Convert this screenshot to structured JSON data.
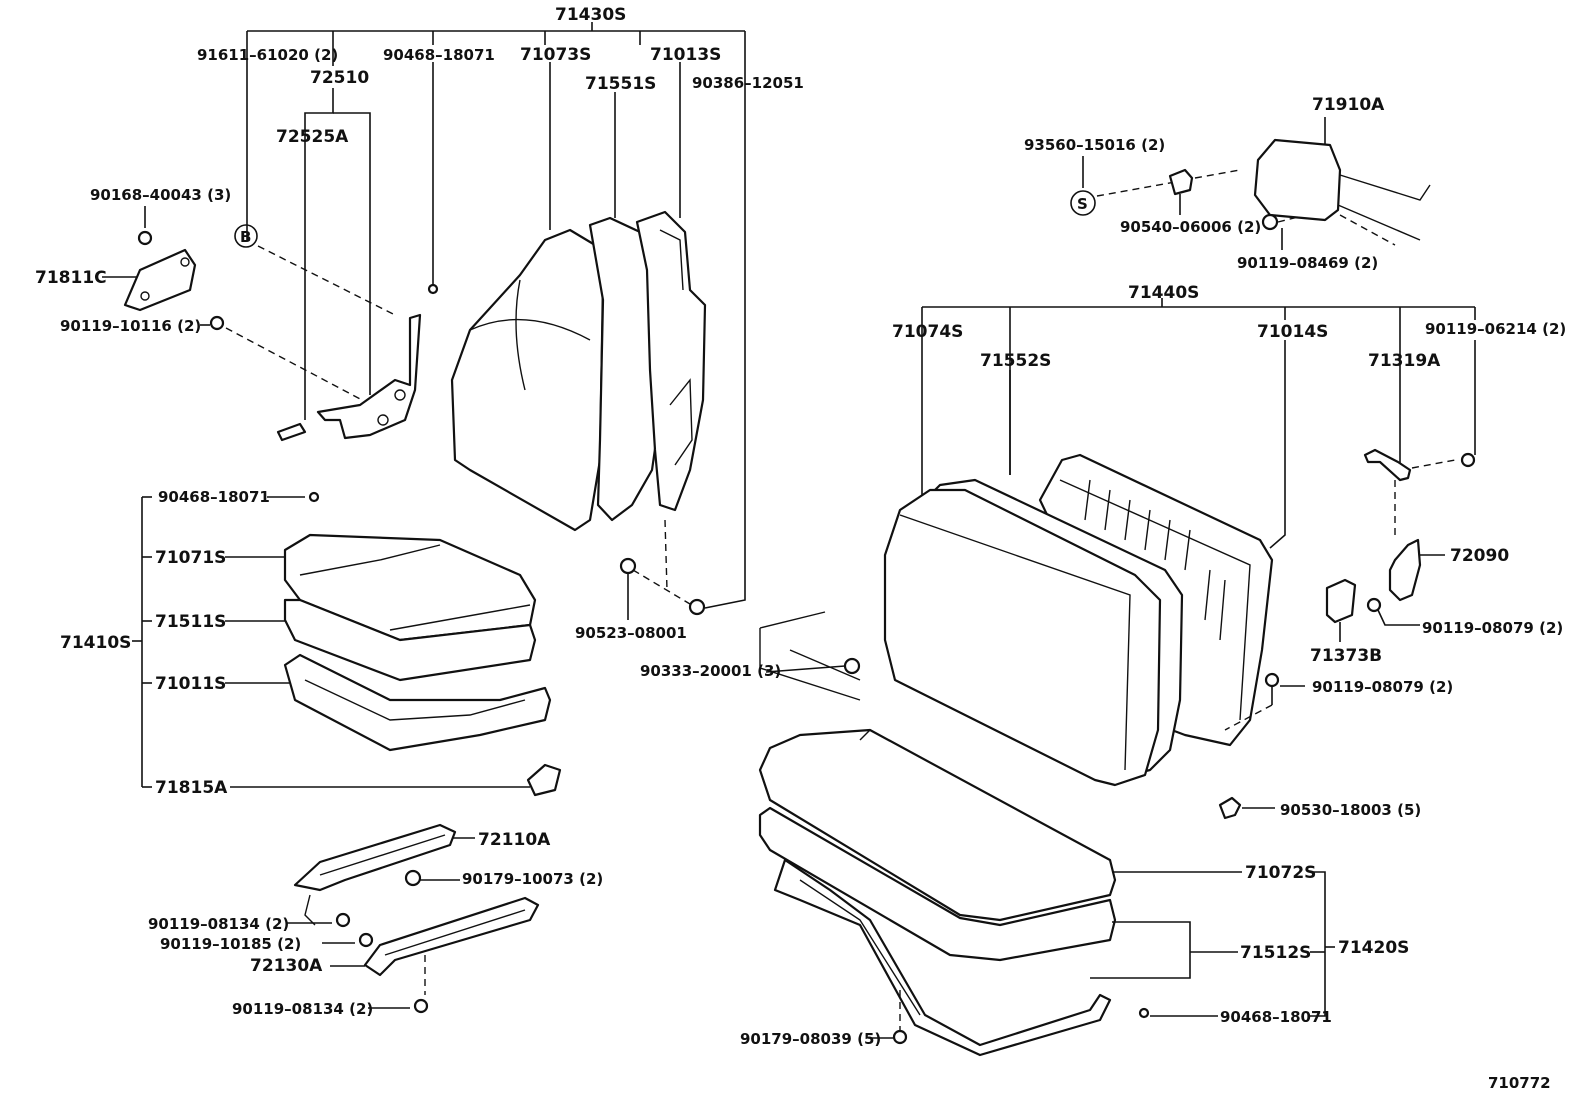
{
  "labels": {
    "l71430S": "71430S",
    "l91611_61020": "91611–61020 (2)",
    "l72510": "72510",
    "l90468_18071_top": "90468–18071",
    "l71073S": "71073S",
    "l71013S": "71013S",
    "l71551S": "71551S",
    "l90386_12051": "90386–12051",
    "l72525A": "72525A",
    "l90168_40043": "90168–40043 (3)",
    "lB": "B",
    "l71811C": "71811C",
    "l90119_10116": "90119–10116 (2)",
    "l90468_18071_mid": "90468–18071",
    "l71071S": "71071S",
    "l71511S": "71511S",
    "l71410S": "71410S",
    "l71011S": "71011S",
    "l71815A": "71815A",
    "l90523_08001": "90523–08001",
    "l90333_20001": "90333–20001 (3)",
    "l72110A": "72110A",
    "l90179_10073": "90179–10073 (2)",
    "l90119_08134_a": "90119–08134 (2)",
    "l90119_10185": "90119–10185 (2)",
    "l72130A": "72130A",
    "l90119_08134_b": "90119–08134 (2)",
    "l71910A": "71910A",
    "l93560_15016": "93560–15016 (2)",
    "lS": "S",
    "l90540_06006": "90540–06006 (2)",
    "l90119_08469": "90119–08469 (2)",
    "l71440S": "71440S",
    "l71074S": "71074S",
    "l71552S": "71552S",
    "l71014S": "71014S",
    "l90119_06214": "90119–06214 (2)",
    "l71319A": "71319A",
    "l72090": "72090",
    "l71373B": "71373B",
    "l90119_08079_a": "90119–08079 (2)",
    "l90119_08079_b": "90119–08079 (2)",
    "l90530_18003": "90530–18003 (5)",
    "l71072S": "71072S",
    "l71512S": "71512S",
    "l71420S": "71420S",
    "l90468_18071_bot": "90468–18071",
    "l90179_08039": "90179–08039 (5)",
    "l710772": "710772"
  }
}
